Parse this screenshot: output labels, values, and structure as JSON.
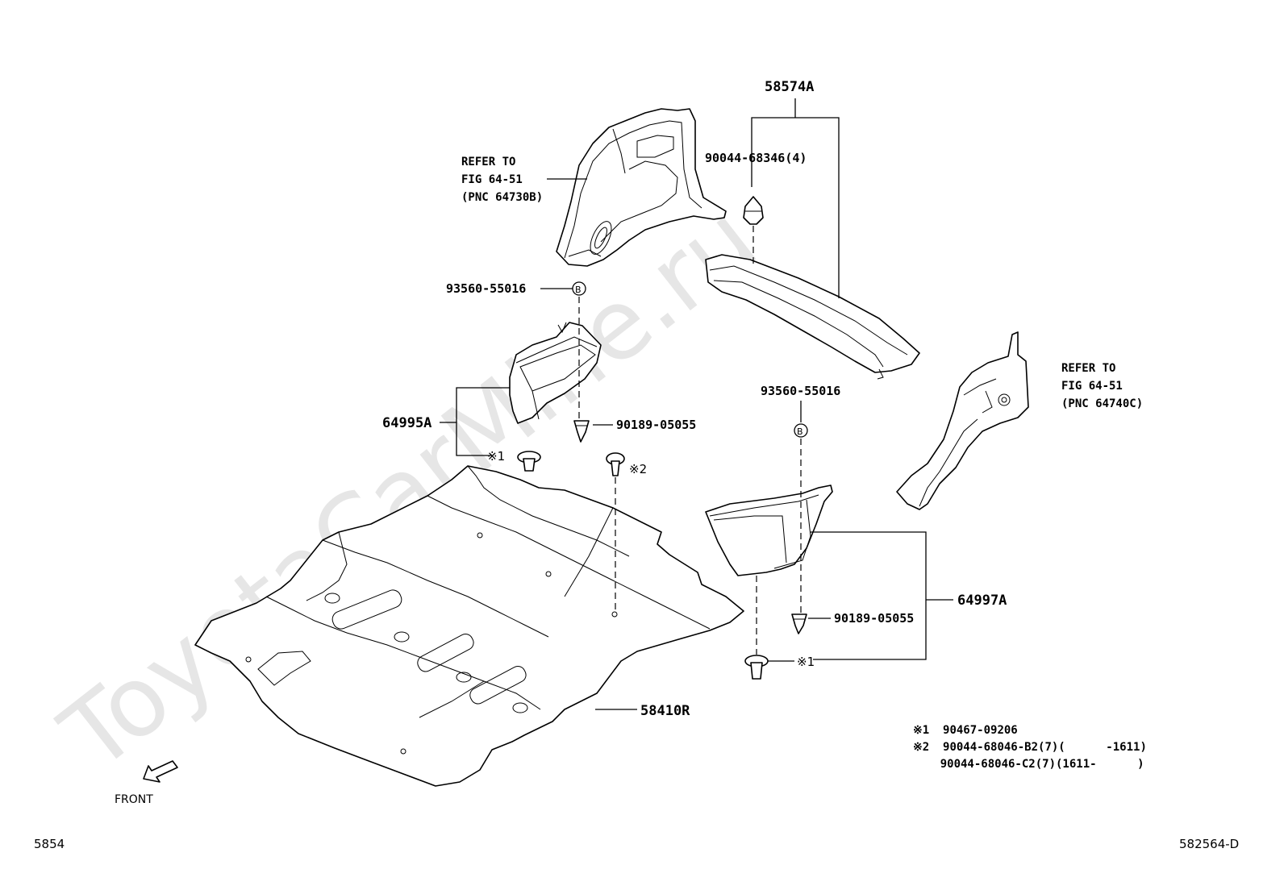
{
  "watermark": "ToyotaCarMine.ru",
  "labels": {
    "p58574A": "58574A",
    "p90044_68346": "90044-68346(4)",
    "refer1_line1": "REFER TO",
    "refer1_line2": "FIG 64-51",
    "refer1_line3": "(PNC 64730B)",
    "p93560_left": "93560-55016",
    "p64995A": "64995A",
    "p90189_left": "90189-05055",
    "mark1_left": "※1",
    "mark2": "※2",
    "refer2_line1": "REFER TO",
    "refer2_line2": "FIG 64-51",
    "refer2_line3": "(PNC 64740C)",
    "p93560_right": "93560-55016",
    "circle_b": "B",
    "p64997A": "64997A",
    "p90189_right": "90189-05055",
    "mark1_right": "※1",
    "p58410R": "58410R",
    "front": "FRONT"
  },
  "legend": {
    "line1": "※1  90467-09206",
    "line2": "※2  90044-68046-B2(7)(      -1611)",
    "line3": "    90044-68046-C2(7)(1611-      )"
  },
  "footer": {
    "left": "5854",
    "right": "582564-D"
  }
}
